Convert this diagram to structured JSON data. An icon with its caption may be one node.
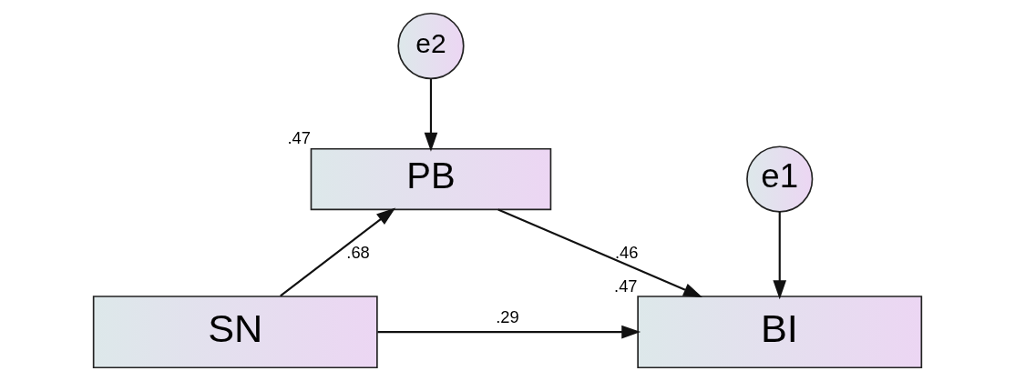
{
  "diagram": {
    "nodes": [
      {
        "text": [
          "e2"
        ]
      },
      {
        "text": [
          "PB"
        ],
        "beside": [
          ".47"
        ]
      },
      {
        "text": [
          "e1"
        ]
      },
      {
        "text": [
          "SN"
        ]
      },
      {
        "text": [
          "BI"
        ],
        "beside": [
          ".47"
        ]
      }
    ],
    "edges": [
      {
        "from": 0,
        "to": 1,
        "arrow": "to"
      },
      {
        "from": 3,
        "to": 1,
        "arrow": "to",
        "label": ".68"
      },
      {
        "from": 1,
        "to": 4,
        "arrow": "to",
        "label": ".46"
      },
      {
        "from": 2,
        "to": 4,
        "arrow": "to"
      },
      {
        "from": 3,
        "to": 4,
        "arrow": "to",
        "label": ".29"
      }
    ]
  }
}
